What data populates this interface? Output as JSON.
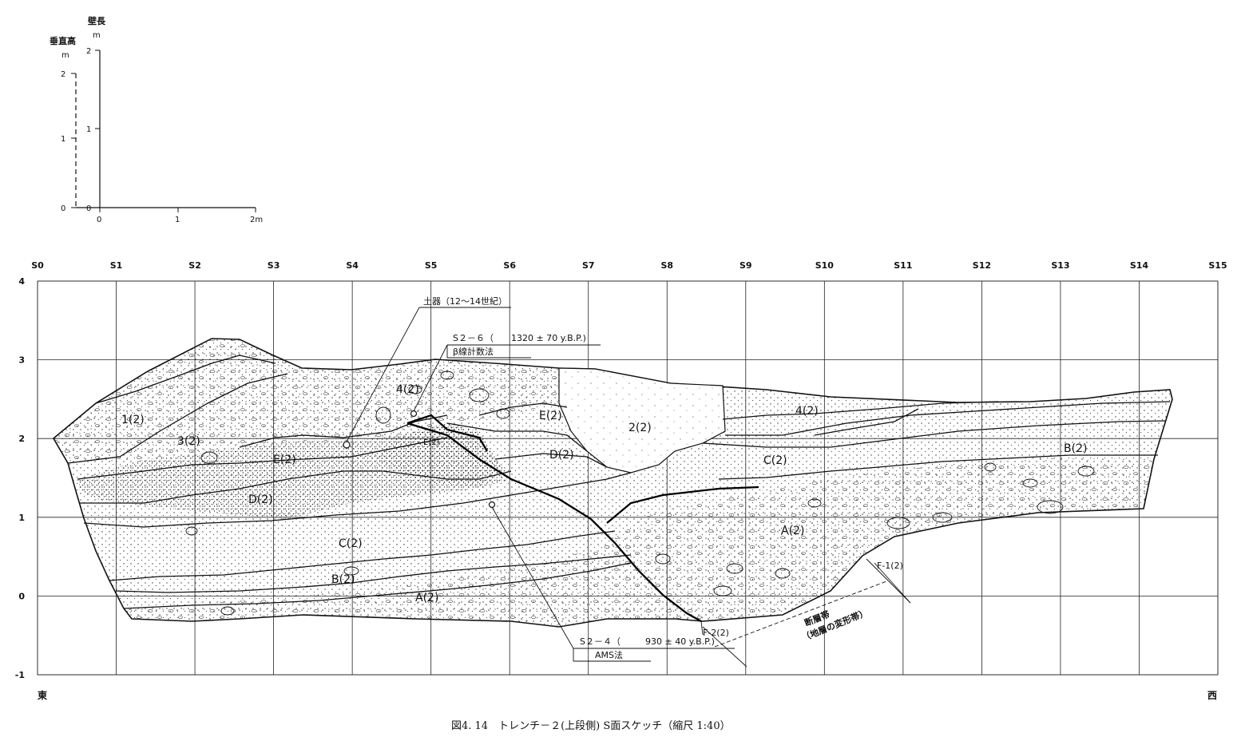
{
  "scale_diagram": {
    "wall_length_label": "壁長",
    "vertical_label": "垂直高",
    "unit_m": "m",
    "unit_m_2": "m",
    "vert_ticks": [
      "2",
      "1",
      "0"
    ],
    "wall_ticks": [
      "2",
      "1",
      "0"
    ],
    "horiz_ticks": [
      "0",
      "1",
      "2m"
    ]
  },
  "section": {
    "x_stations": [
      "S0",
      "S1",
      "S2",
      "S3",
      "S4",
      "S5",
      "S6",
      "S7",
      "S8",
      "S9",
      "S10",
      "S11",
      "S12",
      "S13",
      "S14",
      "S15"
    ],
    "y_ticks": [
      "4",
      "3",
      "2",
      "1",
      "0",
      "-1"
    ],
    "east_label": "東",
    "west_label": "西"
  },
  "units": {
    "u1": "1(2)",
    "u2": "2(2)",
    "u3": "3(2)",
    "u4a": "4(2)",
    "u4b": "4(2)",
    "ua": "A(2)",
    "ua2": "A(2)",
    "ub": "B(2)",
    "ub2": "B(2)",
    "uc": "C(2)",
    "uc2": "C(2)",
    "ud": "D(2)",
    "ud2": "D(2)",
    "ue": "E(2)",
    "ue2": "E(2)",
    "ue3": "E(2)"
  },
  "annotations": {
    "pottery": "土器（12〜14世紀）",
    "s26_id": "S２－６（",
    "s26_age": "1320 ± 70 y.B.P.)",
    "s26_method": "β線計数法",
    "s24_id": "S２－４（",
    "s24_age": "930 ± 40 y.B.P.)",
    "s24_method": "AMS法",
    "fault1": "F-1(2)",
    "fault2": "F-2(2)",
    "fault_zone": "断層帯",
    "fault_zone_sub": "（地層の変形帯）"
  },
  "caption": "図4. 14　トレンチ－２(上段側) S面スケッチ（縮尺 1:40）"
}
